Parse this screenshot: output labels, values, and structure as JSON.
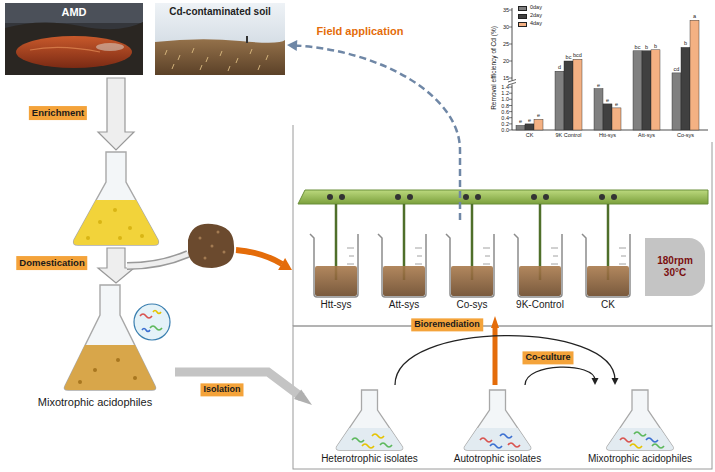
{
  "diagram": {
    "nodes": [
      {
        "text": [
          "AMD"
        ]
      },
      {
        "text": [
          "Cd-contaminated soil"
        ]
      },
      {
        "text": [
          "Mixotrophic acidophiles"
        ]
      },
      {
        "text": [
          "Htt-sys"
        ]
      },
      {
        "text": [
          "Att-sys"
        ]
      },
      {
        "text": [
          "Co-sys"
        ]
      },
      {
        "text": [
          "9K-Control"
        ]
      },
      {
        "text": [
          "CK"
        ]
      },
      {
        "text": [
          "180rpm",
          "30°C"
        ]
      },
      {
        "text": [
          "Heterotrophic isolates"
        ]
      },
      {
        "text": [
          "Autotrophic isolates"
        ]
      },
      {
        "text": [
          "Mixotrophic acidophiles"
        ]
      }
    ],
    "edges": [
      {
        "from": 2,
        "to": 9,
        "label": "Isolation",
        "arrow": "to"
      },
      {
        "from": 10,
        "to": 5,
        "label": "Bioremediation",
        "arrow": "to"
      },
      {
        "from": 9,
        "to": 11,
        "arrow": "to"
      },
      {
        "from": 10,
        "to": 11,
        "label": "Co-culture",
        "arrow": "to"
      },
      {
        "from": 5,
        "to": 1,
        "label": "Field application",
        "arrow": "to"
      }
    ],
    "labels": [
      "Enrichment",
      "Domestication",
      "Removal efficiency of Cd (%)",
      "35",
      "30",
      "25",
      "20",
      "15",
      "1.4",
      "1.2",
      "1.0",
      "0.8",
      "0.6",
      "0.4",
      "0.2",
      "0.0",
      "CK",
      "9K Control",
      "Htt-sys",
      "Att-sys",
      "Co-sys",
      "e",
      "e",
      "e",
      "d",
      "bc",
      "bcd",
      "e",
      "e",
      "e",
      "bc",
      "b",
      "b",
      "cd",
      "b",
      "a"
    ],
    "legend": [
      {
        "text": "0day",
        "color": "#808080"
      },
      {
        "text": "2day",
        "color": "#404040"
      },
      {
        "text": "4day",
        "color": "#f4b183"
      }
    ]
  }
}
